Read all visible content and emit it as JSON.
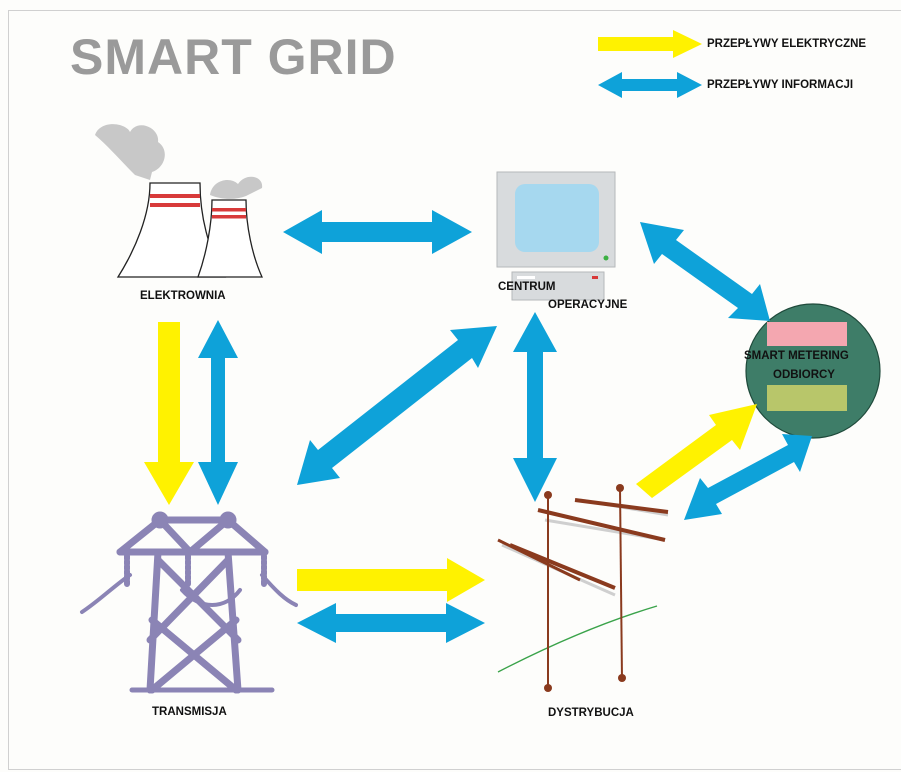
{
  "title": "SMART GRID",
  "legend": {
    "electric": "PRZEPŁYWY ELEKTRYCZNE",
    "info": "PRZEPŁYWY INFORMACJI"
  },
  "nodes": {
    "power_plant": "ELEKTROWNIA",
    "operations_center_line1": "CENTRUM",
    "operations_center_line2": "OPERACYJNE",
    "smart_metering_line1": "SMART METERING",
    "smart_metering_line2": "ODBIORCY",
    "transmission": "TRANSMISJA",
    "distribution": "DYSTRYBUCJA"
  },
  "colors": {
    "electric_flow": "#fff200",
    "info_flow": "#0ea2d9",
    "title": "#9a9a9a",
    "tower": "#8b84b5",
    "pole": "#8a3a1e",
    "meter_disc": "#3e7d68"
  },
  "icons": {
    "power_plant": "cooling-towers-icon",
    "operations_center": "computer-terminal-icon",
    "smart_metering": "smart-meter-icon",
    "transmission": "transmission-tower-icon",
    "distribution": "utility-pole-icon"
  }
}
